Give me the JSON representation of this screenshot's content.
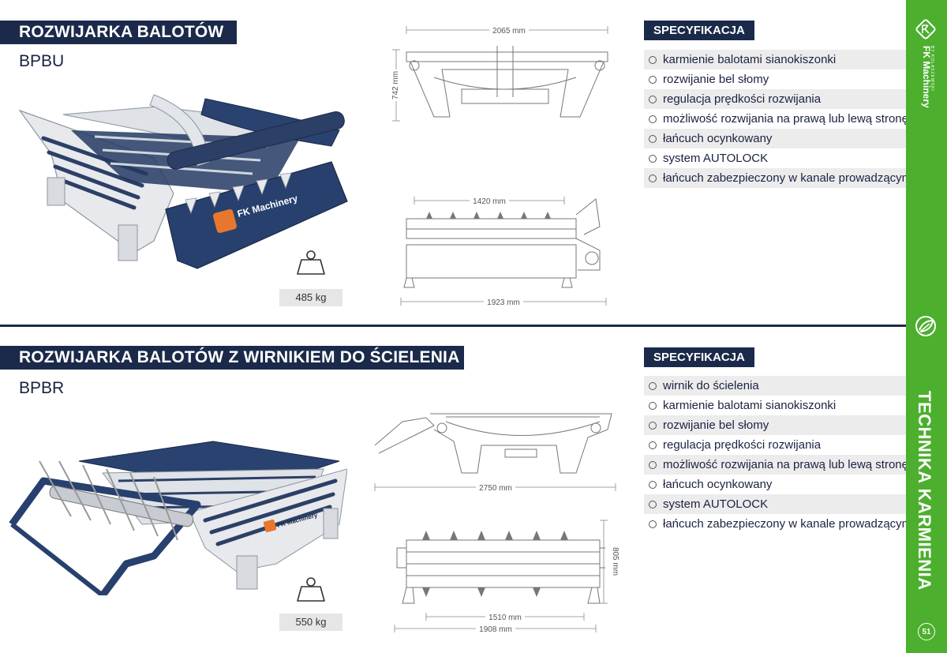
{
  "colors": {
    "navy": "#1b2a4a",
    "green": "#4caf2e",
    "stripe": "#ececec"
  },
  "sidebar": {
    "brand": "FK Machinery",
    "brand_sub": "BY KOLASZEWSKI",
    "category": "TECHNIKA KARMIENIA",
    "page_number": "51",
    "icons": [
      "fk-logo-icon",
      "bale-leaf-icon"
    ]
  },
  "products": [
    {
      "title": "ROZWIJARKA BALOTÓW",
      "model": "BPBU",
      "weight": "485 kg",
      "spec_header": "SPECYFIKACJA",
      "specs": [
        "karmienie balotami sianokiszonki",
        "rozwijanie bel słomy",
        "regulacja prędkości rozwijania",
        "możliwość rozwijania na prawą lub lewą stronę",
        "łańcuch ocynkowany",
        "system AUTOLOCK",
        "łańcuch zabezpieczony w kanale prowadzącym"
      ],
      "dimensions": {
        "width_top": "2065 mm",
        "height": "742 mm",
        "inner": "1420 mm",
        "width_bottom": "1923 mm"
      },
      "image_logo": "FK Machinery"
    },
    {
      "title": "ROZWIJARKA BALOTÓW Z WIRNIKIEM DO ŚCIELENIA",
      "model": "BPBR",
      "weight": "550 kg",
      "spec_header": "SPECYFIKACJA",
      "specs": [
        "wirnik do ścielenia",
        "karmienie balotami sianokiszonki",
        "rozwijanie bel słomy",
        "regulacja prędkości rozwijania",
        "możliwość rozwijania na prawą lub lewą stronę",
        "łańcuch ocynkowany",
        "system AUTOLOCK",
        "łańcuch zabezpieczony w kanale prowadzącym"
      ],
      "dimensions": {
        "width_top": "2750 mm",
        "height": "805 mm",
        "inner": "1510 mm",
        "width_bottom": "1908 mm"
      },
      "image_logo": "FK Machinery"
    }
  ]
}
